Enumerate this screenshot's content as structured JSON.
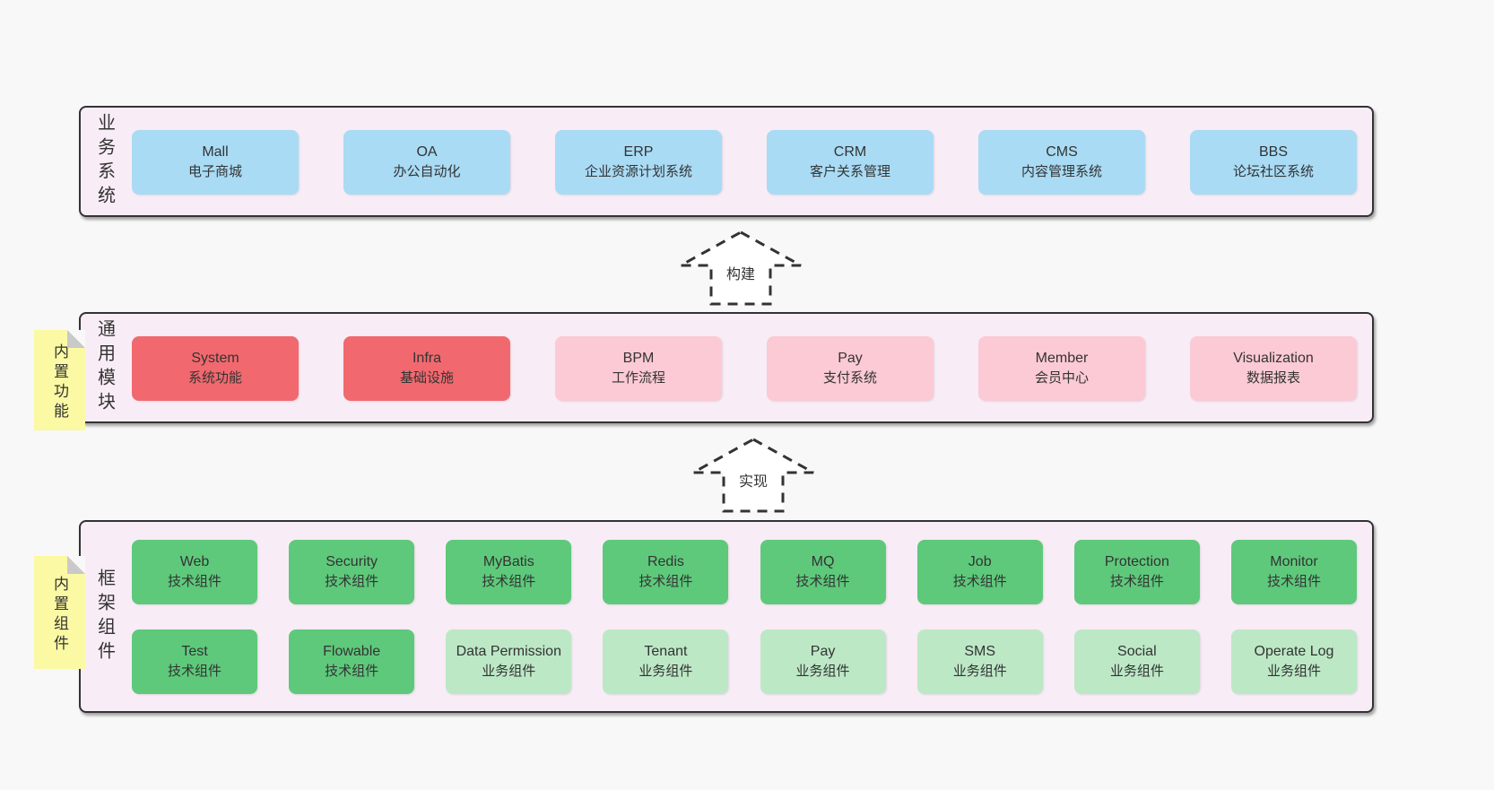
{
  "colors": {
    "page_bg": "#f8f8f8",
    "band_bg": "#f8edf6",
    "band_border": "#333333",
    "blue_box": "#a9dbf5",
    "red_box": "#f1696e",
    "pink_box": "#fbcad4",
    "green_box": "#5ec97b",
    "light_green_box": "#bce8c6",
    "note_yellow": "#fbf9a3",
    "note_fold_gray": "#c9c9c9",
    "text": "#333333"
  },
  "arrows": [
    {
      "label": "构建"
    },
    {
      "label": "实现"
    }
  ],
  "bands": [
    {
      "label": "业务系统",
      "rows": [
        [
          {
            "en": "Mall",
            "zh": "电子商城"
          },
          {
            "en": "OA",
            "zh": "办公自动化"
          },
          {
            "en": "ERP",
            "zh": "企业资源计划系统"
          },
          {
            "en": "CRM",
            "zh": "客户关系管理"
          },
          {
            "en": "CMS",
            "zh": "内容管理系统"
          },
          {
            "en": "BBS",
            "zh": "论坛社区系统"
          }
        ]
      ]
    },
    {
      "label": "通用模块",
      "note": "内置功能",
      "rows": [
        [
          {
            "en": "System",
            "zh": "系统功能"
          },
          {
            "en": "Infra",
            "zh": "基础设施"
          },
          {
            "en": "BPM",
            "zh": "工作流程"
          },
          {
            "en": "Pay",
            "zh": "支付系统"
          },
          {
            "en": "Member",
            "zh": "会员中心"
          },
          {
            "en": "Visualization",
            "zh": "数据报表"
          }
        ]
      ]
    },
    {
      "label": "框架组件",
      "note": "内置组件",
      "rows": [
        [
          {
            "en": "Web",
            "zh": "技术组件"
          },
          {
            "en": "Security",
            "zh": "技术组件"
          },
          {
            "en": "MyBatis",
            "zh": "技术组件"
          },
          {
            "en": "Redis",
            "zh": "技术组件"
          },
          {
            "en": "MQ",
            "zh": "技术组件"
          },
          {
            "en": "Job",
            "zh": "技术组件"
          },
          {
            "en": "Protection",
            "zh": "技术组件"
          },
          {
            "en": "Monitor",
            "zh": "技术组件"
          }
        ],
        [
          {
            "en": "Test",
            "zh": "技术组件"
          },
          {
            "en": "Flowable",
            "zh": "技术组件"
          },
          {
            "en": "Data Permission",
            "zh": "业务组件"
          },
          {
            "en": "Tenant",
            "zh": "业务组件"
          },
          {
            "en": "Pay",
            "zh": "业务组件"
          },
          {
            "en": "SMS",
            "zh": "业务组件"
          },
          {
            "en": "Social",
            "zh": "业务组件"
          },
          {
            "en": "Operate Log",
            "zh": "业务组件"
          }
        ]
      ]
    }
  ]
}
